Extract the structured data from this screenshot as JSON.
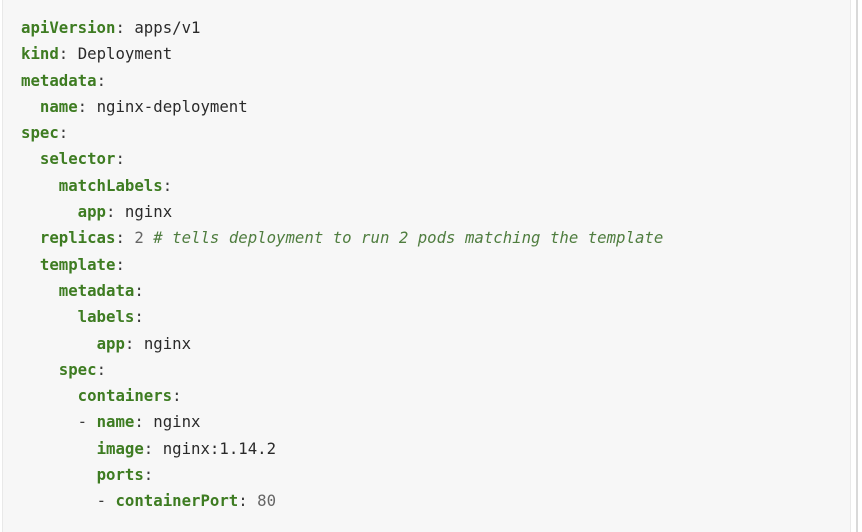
{
  "page": {
    "background": "#ffffff"
  },
  "code_block": {
    "language": "yaml",
    "background": "#f7f7f7",
    "border_color": "#e9e9e9",
    "scrollbar_color": "#d9d9d9",
    "colors": {
      "key": "#3e7c22",
      "value": "#2a2a2a",
      "number": "#666666",
      "comment": "#4f7d3f",
      "punct": "#3a3a3a"
    },
    "lines": [
      [
        {
          "t": "key",
          "s": "apiVersion"
        },
        {
          "t": "pun",
          "s": ":"
        },
        {
          "t": "ws",
          "s": " "
        },
        {
          "t": "val",
          "s": "apps/v1"
        }
      ],
      [
        {
          "t": "key",
          "s": "kind"
        },
        {
          "t": "pun",
          "s": ":"
        },
        {
          "t": "ws",
          "s": " "
        },
        {
          "t": "val",
          "s": "Deployment"
        }
      ],
      [
        {
          "t": "key",
          "s": "metadata"
        },
        {
          "t": "pun",
          "s": ":"
        }
      ],
      [
        {
          "t": "ws",
          "s": "  "
        },
        {
          "t": "key",
          "s": "name"
        },
        {
          "t": "pun",
          "s": ":"
        },
        {
          "t": "ws",
          "s": " "
        },
        {
          "t": "val",
          "s": "nginx-deployment"
        }
      ],
      [
        {
          "t": "key",
          "s": "spec"
        },
        {
          "t": "pun",
          "s": ":"
        }
      ],
      [
        {
          "t": "ws",
          "s": "  "
        },
        {
          "t": "key",
          "s": "selector"
        },
        {
          "t": "pun",
          "s": ":"
        }
      ],
      [
        {
          "t": "ws",
          "s": "    "
        },
        {
          "t": "key",
          "s": "matchLabels"
        },
        {
          "t": "pun",
          "s": ":"
        }
      ],
      [
        {
          "t": "ws",
          "s": "      "
        },
        {
          "t": "key",
          "s": "app"
        },
        {
          "t": "pun",
          "s": ":"
        },
        {
          "t": "ws",
          "s": " "
        },
        {
          "t": "val",
          "s": "nginx"
        }
      ],
      [
        {
          "t": "ws",
          "s": "  "
        },
        {
          "t": "key",
          "s": "replicas"
        },
        {
          "t": "pun",
          "s": ":"
        },
        {
          "t": "ws",
          "s": " "
        },
        {
          "t": "num",
          "s": "2"
        },
        {
          "t": "ws",
          "s": " "
        },
        {
          "t": "com",
          "s": "# tells deployment to run 2 pods matching the template"
        }
      ],
      [
        {
          "t": "ws",
          "s": "  "
        },
        {
          "t": "key",
          "s": "template"
        },
        {
          "t": "pun",
          "s": ":"
        }
      ],
      [
        {
          "t": "ws",
          "s": "    "
        },
        {
          "t": "key",
          "s": "metadata"
        },
        {
          "t": "pun",
          "s": ":"
        }
      ],
      [
        {
          "t": "ws",
          "s": "      "
        },
        {
          "t": "key",
          "s": "labels"
        },
        {
          "t": "pun",
          "s": ":"
        }
      ],
      [
        {
          "t": "ws",
          "s": "        "
        },
        {
          "t": "key",
          "s": "app"
        },
        {
          "t": "pun",
          "s": ":"
        },
        {
          "t": "ws",
          "s": " "
        },
        {
          "t": "val",
          "s": "nginx"
        }
      ],
      [
        {
          "t": "ws",
          "s": "    "
        },
        {
          "t": "key",
          "s": "spec"
        },
        {
          "t": "pun",
          "s": ":"
        }
      ],
      [
        {
          "t": "ws",
          "s": "      "
        },
        {
          "t": "key",
          "s": "containers"
        },
        {
          "t": "pun",
          "s": ":"
        }
      ],
      [
        {
          "t": "ws",
          "s": "      "
        },
        {
          "t": "pun",
          "s": "-"
        },
        {
          "t": "ws",
          "s": " "
        },
        {
          "t": "key",
          "s": "name"
        },
        {
          "t": "pun",
          "s": ":"
        },
        {
          "t": "ws",
          "s": " "
        },
        {
          "t": "val",
          "s": "nginx"
        }
      ],
      [
        {
          "t": "ws",
          "s": "        "
        },
        {
          "t": "key",
          "s": "image"
        },
        {
          "t": "pun",
          "s": ":"
        },
        {
          "t": "ws",
          "s": " "
        },
        {
          "t": "val",
          "s": "nginx:1.14.2"
        }
      ],
      [
        {
          "t": "ws",
          "s": "        "
        },
        {
          "t": "key",
          "s": "ports"
        },
        {
          "t": "pun",
          "s": ":"
        }
      ],
      [
        {
          "t": "ws",
          "s": "        "
        },
        {
          "t": "pun",
          "s": "-"
        },
        {
          "t": "ws",
          "s": " "
        },
        {
          "t": "key",
          "s": "containerPort"
        },
        {
          "t": "pun",
          "s": ":"
        },
        {
          "t": "ws",
          "s": " "
        },
        {
          "t": "num",
          "s": "80"
        }
      ]
    ]
  }
}
